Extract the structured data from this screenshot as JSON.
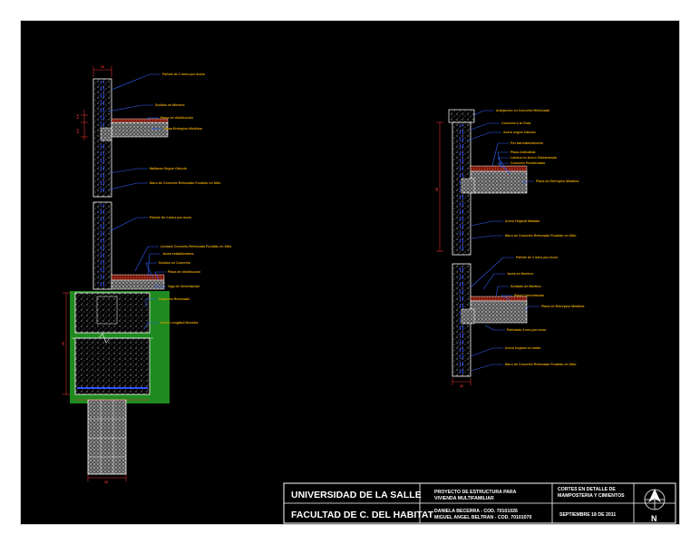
{
  "colors": {
    "background": "#000000",
    "wall_outline": "#ffffff",
    "rebar": "#3050ff",
    "leader": "#3060ff",
    "annotation_text": "#e0a000",
    "dimension": "#e03030",
    "soil": "#1f8a1f",
    "concrete_fill": "#bdbdbd",
    "finish_floor": "#e05020"
  },
  "left_detail": {
    "labels": [
      "Pañete de 2 mms por ducto",
      "Solidos en Mortero",
      "Placa de distribución",
      "Mesa Entrepiso Metálica",
      "Mallazos Según Cálculo",
      "Muro de Concreto Reforzado Fundido en Sitio",
      "Pañete de 2 mms por muro",
      "Llenado Concreto Reforzado Fundido en Sitio",
      "Junta estabilizadora",
      "Solidos en Concreto",
      "Placa de distribución",
      "Viga de Cimentación",
      "Concreto Reforzado",
      "Acero Longitud Muestra"
    ],
    "dimensions": [
      "25",
      "0.5",
      "0.5",
      "25",
      "25"
    ]
  },
  "right_detail": {
    "labels": [
      "Antepecho en Concreto Reforzado",
      "Concreto a la Vista",
      "Acero según Cálculo",
      "Por barreda/cimiento",
      "Placa Anticálida",
      "Lámina en Acero Galvanizado",
      "Concreto Pendientado",
      "Placa de Entrepiso Metálica",
      "Acero Hojacal Mallado",
      "Muro de Concreto Reforzado Fundido en Sitio",
      "Pañete de 2 mms por muro",
      "Junta en Mortero",
      "Soldado de Mortero",
      "Placa Concretación",
      "Placa de Entrepiso Metálica",
      "Pañetado 3 mm por muro",
      "Acero hojacal en malla",
      "Muro de Concreto Reforzado Fundido en Sitio"
    ],
    "dimensions": [
      "25",
      "25"
    ]
  },
  "title_block": {
    "university": "UNIVERSIDAD DE LA SALLE",
    "faculty": "FACULTAD DE C. DEL HABITAT",
    "project_line1": "PROYECTO DE ESTRUCTURA PARA",
    "project_line2": "VIVIENDA MULTIFAMILIAR",
    "author1": "DANIELA BECERRA - COD. 70101026",
    "author2": "MIGUEL ANGEL BELTRAN - COD. 70101070",
    "content_line1": "CORTES EN DETALLE DE",
    "content_line2": "MAMPOSTERIA Y CIMIENTOS",
    "date": "SEPTIEMBRE 18 DE 2011",
    "north_letter": "N"
  }
}
